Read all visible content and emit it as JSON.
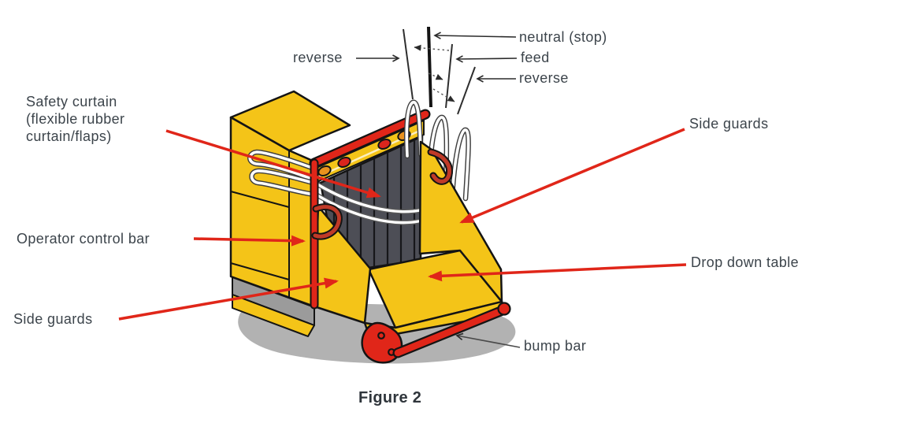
{
  "figure_caption": "Figure 2",
  "control_positions": {
    "reverse_left": "reverse",
    "neutral": "neutral (stop)",
    "feed": "feed",
    "reverse_right": "reverse"
  },
  "part_labels": {
    "safety_curtain": "Safety curtain\n(flexible rubber\ncurtain/flaps)",
    "side_guards_right": "Side guards",
    "operator_control_bar": "Operator control bar",
    "drop_down_table": "Drop down table",
    "side_guards_left": "Side guards",
    "bump_bar": "bump bar"
  },
  "colors": {
    "machine_yellow": "#F4C418",
    "accent_red": "#E02619",
    "handle_red": "#C03A28",
    "curtain_gray": "#4D4E56",
    "light_orange": "#E8921E",
    "light_red": "#DA251D",
    "shadow_gray": "#B2B2B2",
    "base_gray": "#9B9B9B",
    "label_text": "#3C444B"
  }
}
